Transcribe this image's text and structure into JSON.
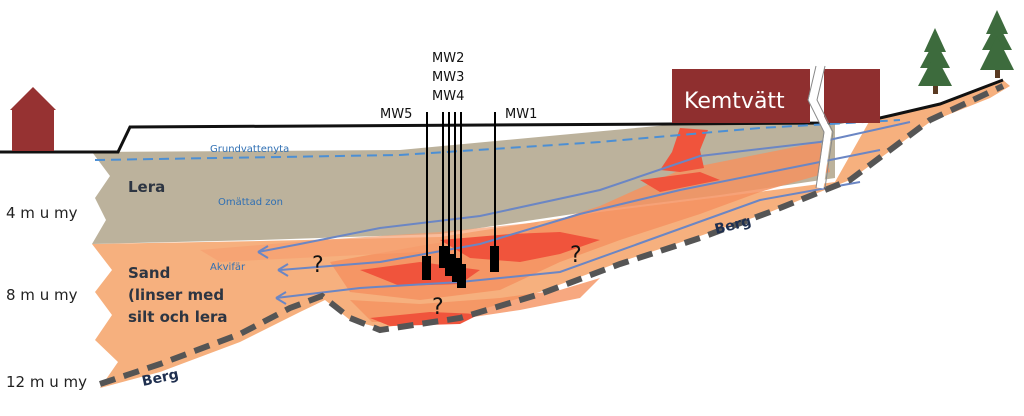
{
  "depth_labels": [
    "4 m u my",
    "8 m u my",
    "12 m u my"
  ],
  "layer_labels": {
    "groundwater": "Grundvattenyta",
    "clay": "Lera",
    "unsaturated": "Omättad zon",
    "aquifer": "Akvifär",
    "sand_line1": "Sand",
    "sand_line2": "(linser med",
    "sand_line3": "silt och lera"
  },
  "bedrock_labels": [
    "Berg",
    "Berg"
  ],
  "building_label": "Kemtvätt",
  "wells": [
    "MW2",
    "MW3",
    "MW4",
    "MW5",
    "MW1"
  ],
  "question_marks": [
    "?",
    "?",
    "?"
  ],
  "colors": {
    "clay": "#bcb29c",
    "sand": "#f6b07e",
    "plume_light": "#f59260",
    "plume_red": "#f0543c",
    "house": "#963232",
    "building": "#8f2f2f",
    "water_table": "#4c8fd4",
    "flow_lines": "#6b86c4",
    "bedrock_dash": "#555555",
    "tree": "#3d6b3d"
  }
}
